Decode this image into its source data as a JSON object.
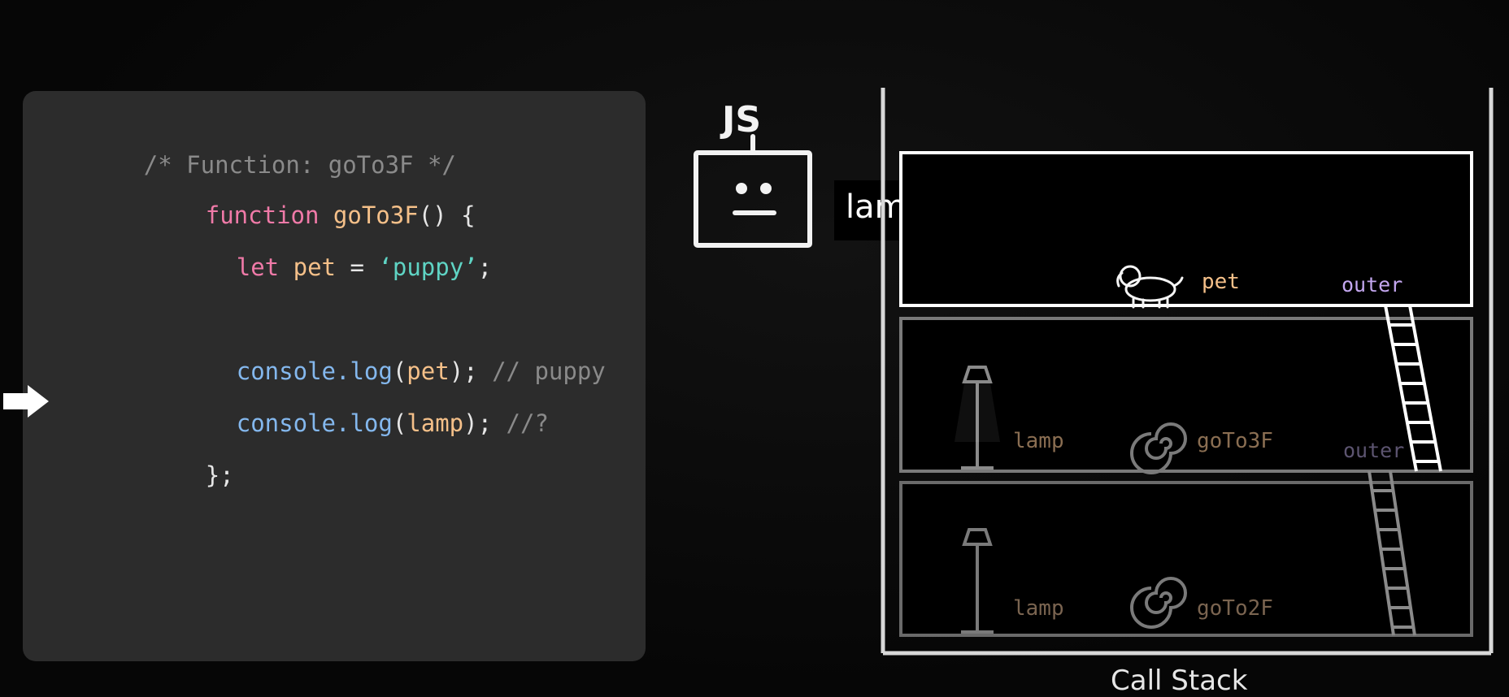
{
  "code": {
    "header_comment": "/* Function: goTo3F */",
    "line1": {
      "keyword": "function",
      "name": "goTo3F",
      "rest": "() {"
    },
    "line2": {
      "keyword": "let",
      "var": "pet",
      "eq": "=",
      "value": "‘puppy’",
      "end": ";"
    },
    "line3": {
      "call": "console.log",
      "open": "(",
      "arg": "pet",
      "close": ");",
      "comment": "// puppy"
    },
    "line4": {
      "call": "console.log",
      "open": "(",
      "arg": "lamp",
      "close": ");",
      "comment": "//?"
    },
    "line5": "};"
  },
  "robot": {
    "label": "JS",
    "speech": "lamp?"
  },
  "floors": {
    "f3": {
      "var_label": "pet",
      "outer_label": "outer"
    },
    "f2": {
      "var_label": "lamp",
      "func_label": "goTo3F",
      "outer_label": "outer"
    },
    "f1": {
      "var_label": "lamp",
      "func_label": "goTo2F"
    }
  },
  "caption": "Call Stack",
  "colors": {
    "keyword": "#f07aa8",
    "function_name": "#f5c089",
    "string": "#5fd4c4",
    "call": "#84b8ee",
    "comment": "#8a8a8a",
    "outer_label": "#c4a7f0"
  }
}
